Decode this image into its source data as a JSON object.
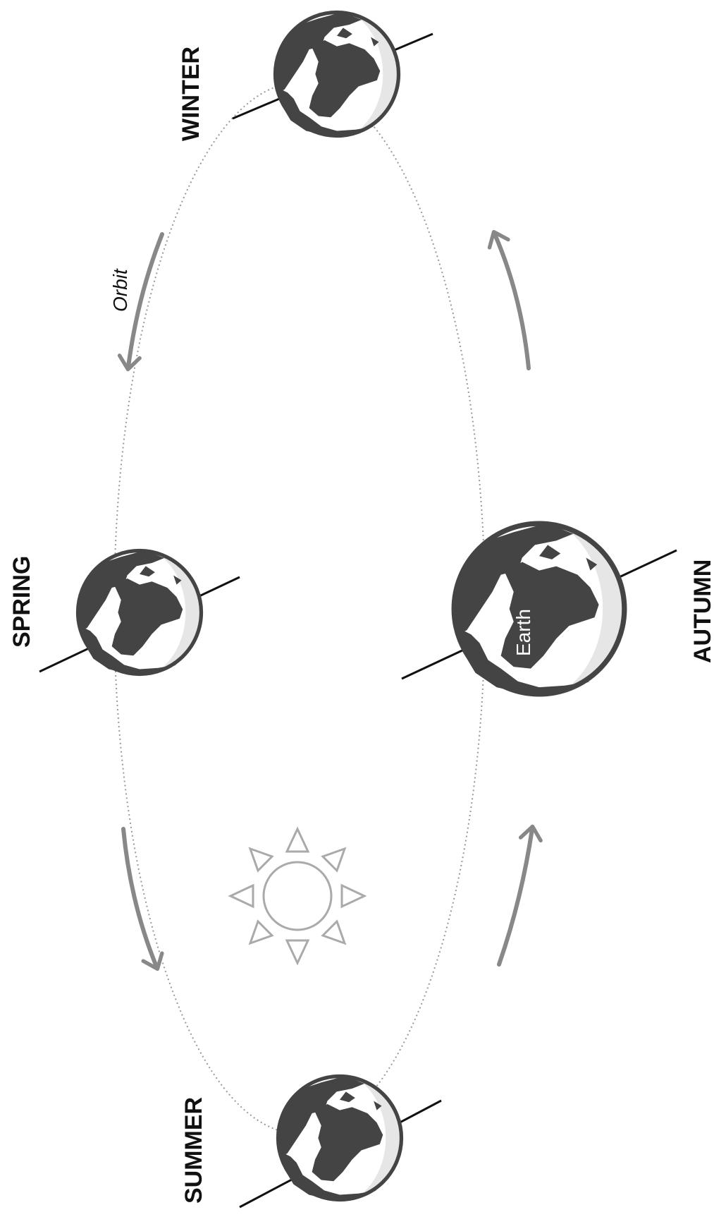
{
  "seasons": {
    "winter": "WINTER",
    "spring": "SPRING",
    "summer": "SUMMER",
    "autumn": "AUTUMN"
  },
  "orbit_label": "Orbit",
  "earth_label": "Earth",
  "colors": {
    "land": "#444444",
    "ocean": "#ffffff",
    "shadow_crescent": "#e6e6e6",
    "arrow": "#888888",
    "sun": "#aaaaaa",
    "orbit": "#999999",
    "axis": "#111111"
  },
  "icons": [
    "sun-icon",
    "earth-globe-icon",
    "orbit-arrow-icon"
  ]
}
